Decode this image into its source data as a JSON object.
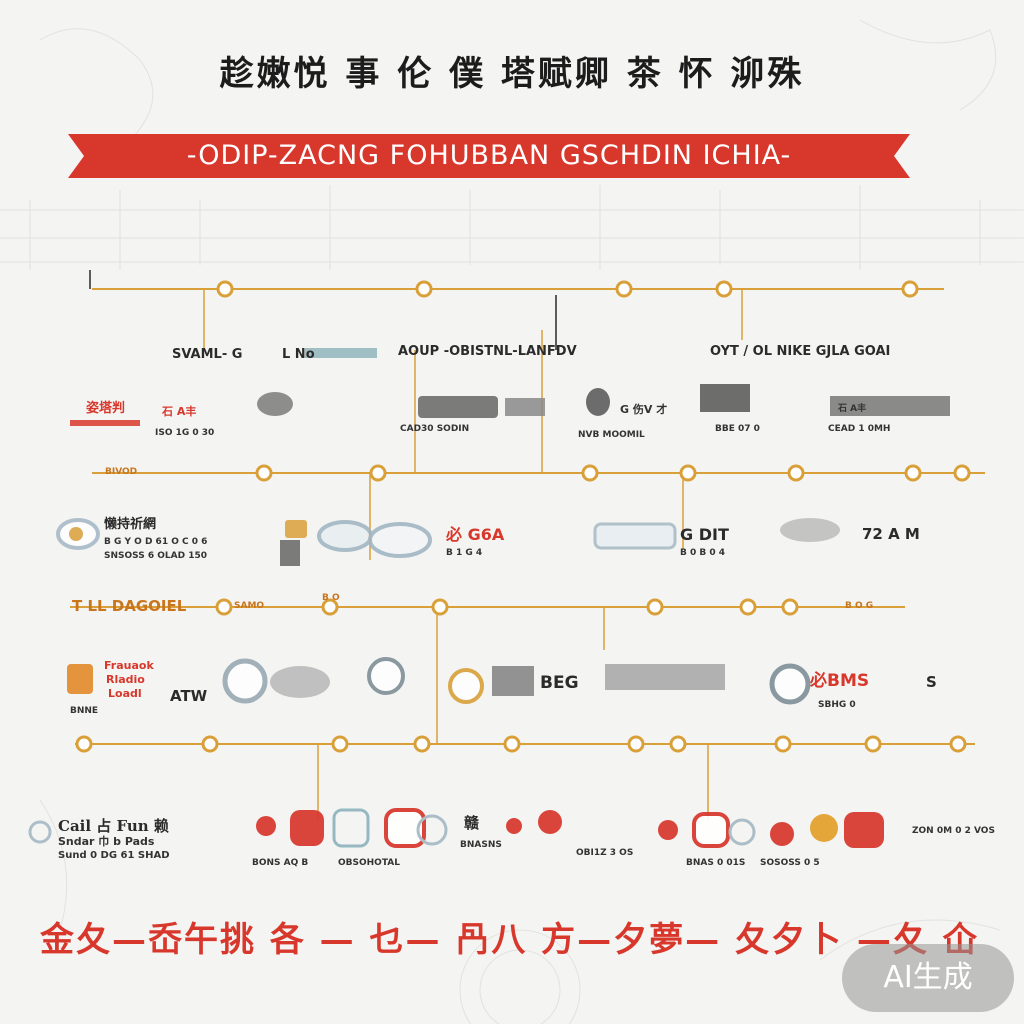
{
  "title": "趁嫩悦 事 伦 僕 塔赋卿 茶 怀 泖殊",
  "banner": "-ODIP-ZACNG FOHUBBAN GSCHDIN ICHIA-",
  "labels": {
    "r1_left": "SVAML- G",
    "r1_left2": "L No",
    "r1_mid": "AOUP -OBISTNL-LANFDV",
    "r1_right": "OYT / OL NIKE GJLA GOAI",
    "r1_redblock": "姿塔判",
    "r1_tag": "石 A丰",
    "r1_sub1": "ISO 1G 0 30",
    "r1_sub2": "CAD30 SODIN",
    "r1_sub3": "G 伤V 才",
    "r1_sub4": "NVB MOOMIL",
    "r1_sub5": "BBE 07 0",
    "r1_sub6": "石 A丰",
    "r1_sub7": "CEAD 1 0MH",
    "r2_left": "BIVOD",
    "r2_a": "懒持祈網",
    "r2_a_sub": "B G Y O D 61 O C 0 6",
    "r2_a_sub2": "SNSOSS 6 OLAD 150",
    "r2_b": "必 G6A",
    "r2_b_sub": "B 1 G 4",
    "r2_c": "G DIT",
    "r2_c_sub": "B 0 B 0 4",
    "r2_d": "72 A M",
    "r3_left": "T LL DAGOIEL",
    "r3_b": "SAMO",
    "r3_c": "B O",
    "r3_d": "B O G",
    "r4_a": "Frauaok",
    "r4_b": "Rladio",
    "r4_c": "Loadl",
    "r4_d": "ATW",
    "r4_e": "BEG",
    "r4_f": "必BMS",
    "r4_g": "S",
    "r4_h": "SBHG 0",
    "r4_sub": "BNNE",
    "r5_a": "Cail 占 Fun 赖",
    "r5_b": "Sndar 巾 b Pads",
    "r5_c": "Sund 0 DG 61 SHAD",
    "r5_d": "赣",
    "r5_sub1": "BONS AQ B",
    "r5_sub2": "OBSOHOTAL",
    "r5_sub3": "BNASNS",
    "r5_sub4": "OBI1Z 3 OS",
    "r5_sub5": "BNAS 0 01S",
    "r5_sub6": "SOSOSS 0 5",
    "r5_right": "ZON 0M 0 2 VOS"
  },
  "footer": "金夂—岙午挑 各 —  乜— 冎八 方—夕夢— 夂夕卜 —夂 仚",
  "badge": "AI生成",
  "colors": {
    "banner_red": "#d8372c",
    "timeline_gold": "#d9a03a",
    "badge_gray": "#969696"
  },
  "diagram": {
    "rows": [
      {
        "nodes": [
          0.22,
          0.54,
          0.61,
          0.71,
          0.89
        ]
      },
      {
        "nodes": [
          0.11,
          0.26,
          0.37,
          0.57,
          0.67,
          0.78,
          0.89,
          0.94
        ]
      },
      {
        "nodes": [
          0.22,
          0.32,
          0.43,
          0.64,
          0.73,
          0.77
        ]
      },
      {
        "nodes": [
          0.08,
          0.2,
          0.33,
          0.41,
          0.5,
          0.62,
          0.66,
          0.77,
          0.85,
          0.93
        ]
      }
    ]
  }
}
